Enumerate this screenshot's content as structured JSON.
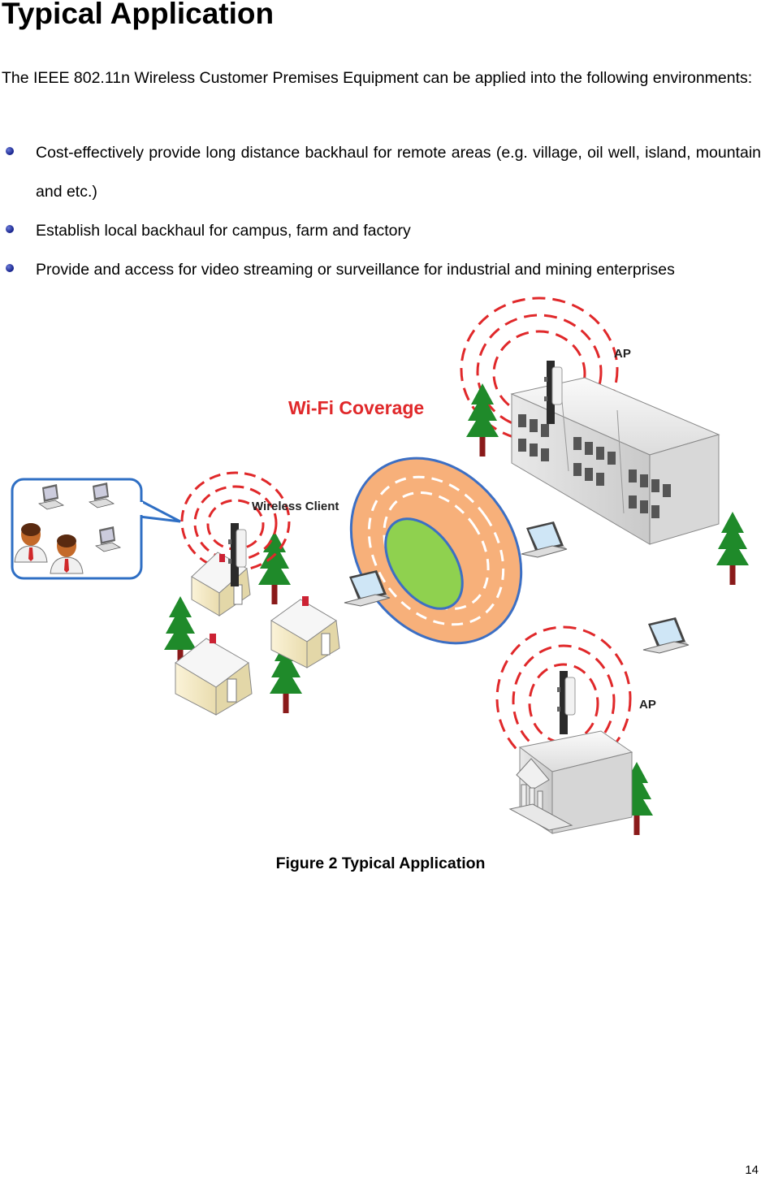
{
  "heading": "Typical Application",
  "intro": "The IEEE 802.11n Wireless Customer Premises Equipment can be applied into the following environments:",
  "bullets": [
    "Cost-effectively provide long distance backhaul for remote areas (e.g. village, oil well, island, mountain and etc.)",
    "Establish local backhaul for campus, farm and factory",
    "Provide and access for video streaming or surveillance for industrial and mining enterprises"
  ],
  "figure": {
    "labels": {
      "wifi_coverage": "Wi-Fi Coverage",
      "ap_top": "AP",
      "ap_bottom": "AP",
      "wireless_client": "Wireless Client"
    },
    "colors": {
      "signal": "#e0282a",
      "coverage_ring": "#f7b07a",
      "coverage_center": "#8fd14f",
      "ring_outline": "#3c6fc4",
      "tree": "#1f8a2a",
      "trunk": "#8a1a1a",
      "wifi_text": "#e0282a"
    }
  },
  "caption": "Figure 2 Typical Application",
  "page_number": "14"
}
